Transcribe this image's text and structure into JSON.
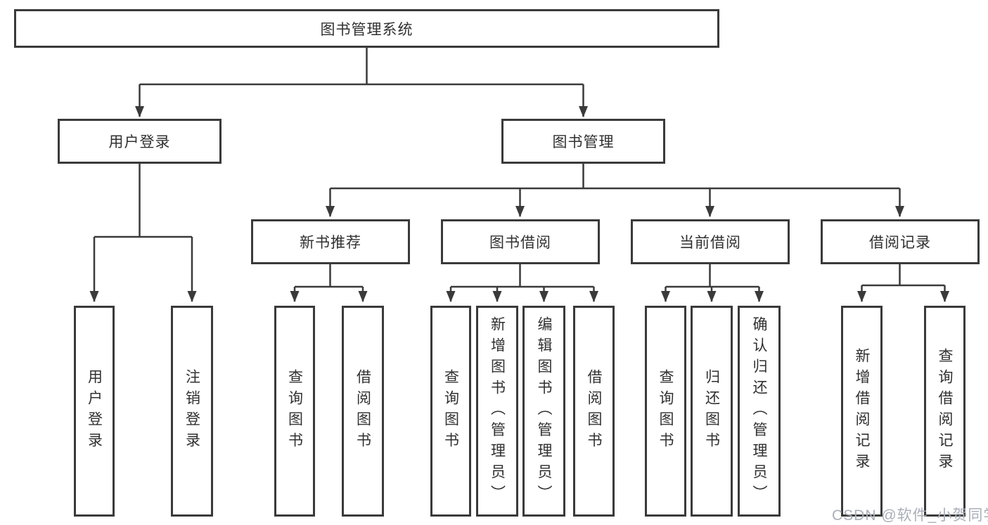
{
  "tree": {
    "root": {
      "label": "图书管理系统"
    },
    "branches": [
      {
        "label": "用户登录",
        "children": [
          {
            "label": "用户登录"
          },
          {
            "label": "注销登录"
          }
        ]
      },
      {
        "label": "图书管理",
        "children": [
          {
            "label": "新书推荐",
            "children": [
              {
                "label": "查询图书"
              },
              {
                "label": "借阅图书"
              }
            ]
          },
          {
            "label": "图书借阅",
            "children": [
              {
                "label": "查询图书"
              },
              {
                "label": "新增图书（管理员）"
              },
              {
                "label": "编辑图书（管理员）"
              },
              {
                "label": "借阅图书"
              }
            ]
          },
          {
            "label": "当前借阅",
            "children": [
              {
                "label": "查询图书"
              },
              {
                "label": "归还图书"
              },
              {
                "label": "确认归还（管理员）"
              }
            ]
          },
          {
            "label": "借阅记录",
            "children": [
              {
                "label": "新增借阅记录"
              },
              {
                "label": "查询借阅记录"
              }
            ]
          }
        ]
      }
    ]
  },
  "watermark": {
    "text": "CSDN @软件_小贺同学"
  },
  "colors": {
    "line": "#3a3a3a",
    "border": "#3a3a3a",
    "text": "#303030",
    "background": "#ffffff",
    "watermark": "#a9afb8"
  }
}
